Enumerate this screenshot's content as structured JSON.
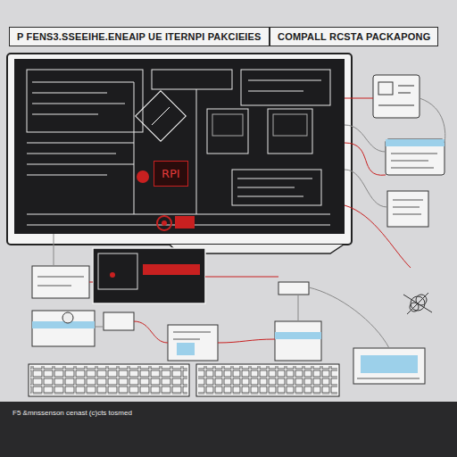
{
  "diagram": {
    "caption": "F5 &mnssenson cenast (c)cts tosmed",
    "nodes": [
      {
        "text": [
          "P FENS3.SSEEIHE.ENEAIP UE ITERNPI PAKCIEIES"
        ]
      },
      {
        "text": [
          "COMPALL RCSTA PACKAPONG"
        ]
      },
      {
        "text": [
          "RPI"
        ]
      }
    ]
  }
}
